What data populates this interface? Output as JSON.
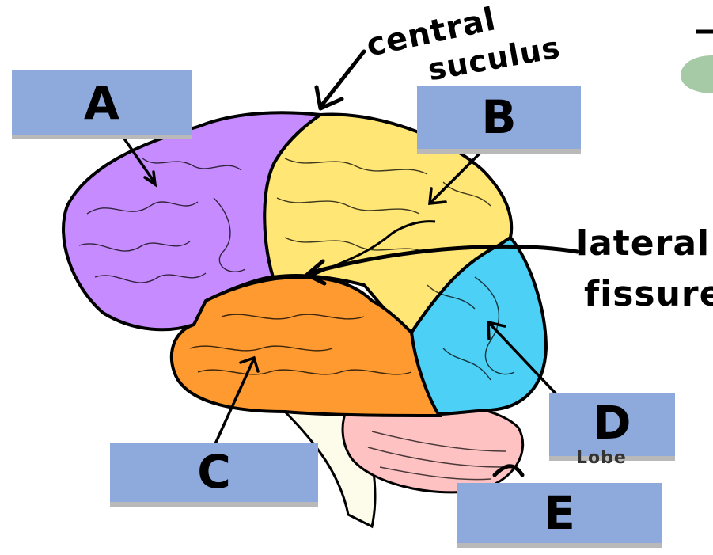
{
  "labels": {
    "a": "A",
    "b": "B",
    "c": "C",
    "d": "D",
    "e": "E"
  },
  "annotations": {
    "central_line1": "central",
    "central_line2": "suculus",
    "lateral_line1": "lateral",
    "lateral_line2": "fissure",
    "lobe_partial": "Lobe"
  },
  "colors": {
    "frontal": "#c68cff",
    "parietal": "#ffe675",
    "temporal": "#ff9a30",
    "occipital": "#4dd0f6",
    "cerebellum": "#ffc2c2",
    "brainstem": "#fdfbea",
    "label_box": "#8ea9db"
  }
}
